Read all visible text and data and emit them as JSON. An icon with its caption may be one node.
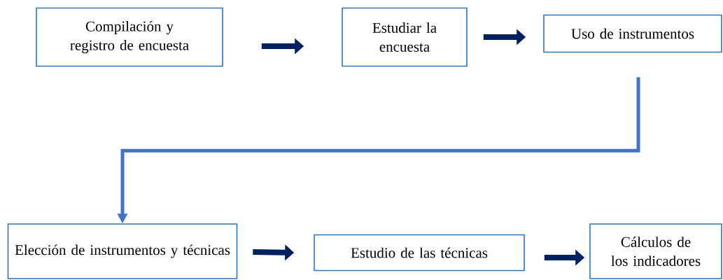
{
  "diagram": {
    "nodes": [
      {
        "text": [
          "Compilación y registro de encuesta"
        ]
      },
      {
        "text": [
          "Estudiar la encuesta"
        ]
      },
      {
        "text": [
          "Uso de instrumentos"
        ]
      },
      {
        "text": [
          "Elección de instrumentos y técnicas"
        ]
      },
      {
        "text": [
          "Estudio de las técnicas"
        ]
      },
      {
        "text": [
          "Cálculos de los indicadores"
        ]
      }
    ],
    "edges": [
      {
        "from": 0,
        "to": 1,
        "arrow": "to"
      },
      {
        "from": 1,
        "to": 2,
        "arrow": "to"
      },
      {
        "from": 2,
        "to": 3,
        "arrow": "to",
        "color": "#4472c4"
      },
      {
        "from": 3,
        "to": 4,
        "arrow": "to"
      },
      {
        "from": 4,
        "to": 5,
        "arrow": "to"
      }
    ]
  }
}
